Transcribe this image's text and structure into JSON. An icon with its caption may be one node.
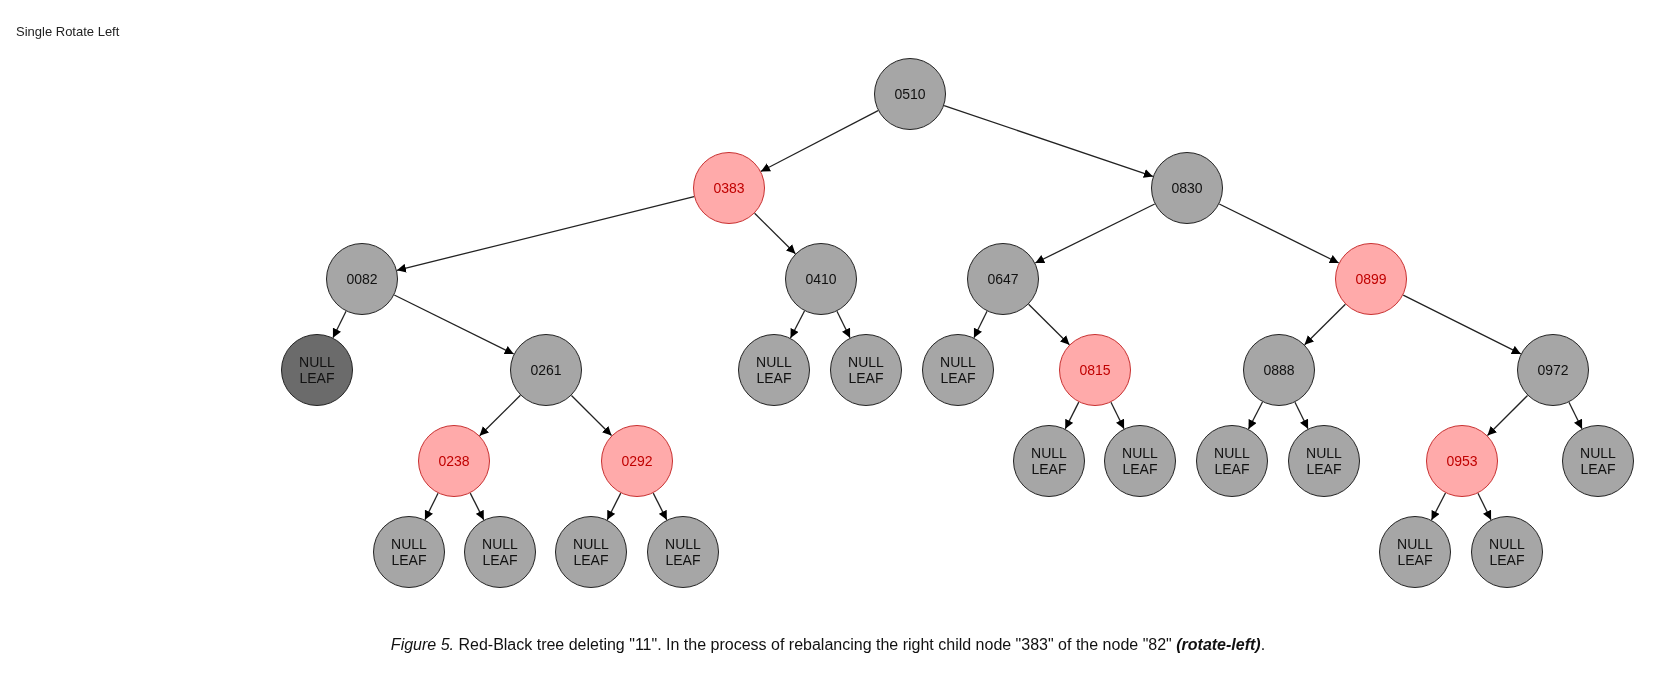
{
  "diagram": {
    "title": "Single Rotate Left",
    "caption": "*Figure 5.* Red-Black tree deleting \"11\". In the process of rebalancing the right child node \"383\" of the node \"82\" **(rotate-left)**.",
    "nodes": [
      {
        "text": [
          "0510"
        ]
      },
      {
        "text": [
          "0383"
        ]
      },
      {
        "text": [
          "0830"
        ]
      },
      {
        "text": [
          "0082"
        ]
      },
      {
        "text": [
          "0410"
        ]
      },
      {
        "text": [
          "0647"
        ]
      },
      {
        "text": [
          "0899"
        ]
      },
      {
        "text": [
          "NULL LEAF"
        ]
      },
      {
        "text": [
          "0261"
        ]
      },
      {
        "text": [
          "NULL LEAF"
        ]
      },
      {
        "text": [
          "NULL LEAF"
        ]
      },
      {
        "text": [
          "NULL LEAF"
        ]
      },
      {
        "text": [
          "0815"
        ]
      },
      {
        "text": [
          "0888"
        ]
      },
      {
        "text": [
          "0972"
        ]
      },
      {
        "text": [
          "0238"
        ]
      },
      {
        "text": [
          "0292"
        ]
      },
      {
        "text": [
          "NULL LEAF"
        ]
      },
      {
        "text": [
          "NULL LEAF"
        ]
      },
      {
        "text": [
          "NULL LEAF"
        ]
      },
      {
        "text": [
          "NULL LEAF"
        ]
      },
      {
        "text": [
          "0953"
        ]
      },
      {
        "text": [
          "NULL LEAF"
        ]
      },
      {
        "text": [
          "NULL LEAF"
        ]
      },
      {
        "text": [
          "NULL LEAF"
        ]
      },
      {
        "text": [
          "NULL LEAF"
        ]
      },
      {
        "text": [
          "NULL LEAF"
        ]
      },
      {
        "text": [
          "NULL LEAF"
        ]
      },
      {
        "text": [
          "NULL LEAF"
        ]
      }
    ],
    "edges": [
      {
        "from": 0,
        "to": 1,
        "arrow": "to"
      },
      {
        "from": 0,
        "to": 2,
        "arrow": "to"
      },
      {
        "from": 1,
        "to": 3,
        "arrow": "to"
      },
      {
        "from": 1,
        "to": 4,
        "arrow": "to"
      },
      {
        "from": 2,
        "to": 5,
        "arrow": "to"
      },
      {
        "from": 2,
        "to": 6,
        "arrow": "to"
      },
      {
        "from": 3,
        "to": 7,
        "arrow": "to"
      },
      {
        "from": 3,
        "to": 8,
        "arrow": "to"
      },
      {
        "from": 4,
        "to": 9,
        "arrow": "to"
      },
      {
        "from": 4,
        "to": 10,
        "arrow": "to"
      },
      {
        "from": 5,
        "to": 11,
        "arrow": "to"
      },
      {
        "from": 5,
        "to": 12,
        "arrow": "to"
      },
      {
        "from": 6,
        "to": 13,
        "arrow": "to"
      },
      {
        "from": 6,
        "to": 14,
        "arrow": "to"
      },
      {
        "from": 8,
        "to": 15,
        "arrow": "to"
      },
      {
        "from": 8,
        "to": 16,
        "arrow": "to"
      },
      {
        "from": 12,
        "to": 17,
        "arrow": "to"
      },
      {
        "from": 12,
        "to": 18,
        "arrow": "to"
      },
      {
        "from": 13,
        "to": 19,
        "arrow": "to"
      },
      {
        "from": 13,
        "to": 20,
        "arrow": "to"
      },
      {
        "from": 14,
        "to": 21,
        "arrow": "to"
      },
      {
        "from": 14,
        "to": 22,
        "arrow": "to"
      },
      {
        "from": 15,
        "to": 23,
        "arrow": "to"
      },
      {
        "from": 15,
        "to": 24,
        "arrow": "to"
      },
      {
        "from": 16,
        "to": 25,
        "arrow": "to"
      },
      {
        "from": 16,
        "to": 26,
        "arrow": "to"
      },
      {
        "from": 21,
        "to": 27,
        "arrow": "to"
      },
      {
        "from": 21,
        "to": 28,
        "arrow": "to"
      }
    ]
  }
}
